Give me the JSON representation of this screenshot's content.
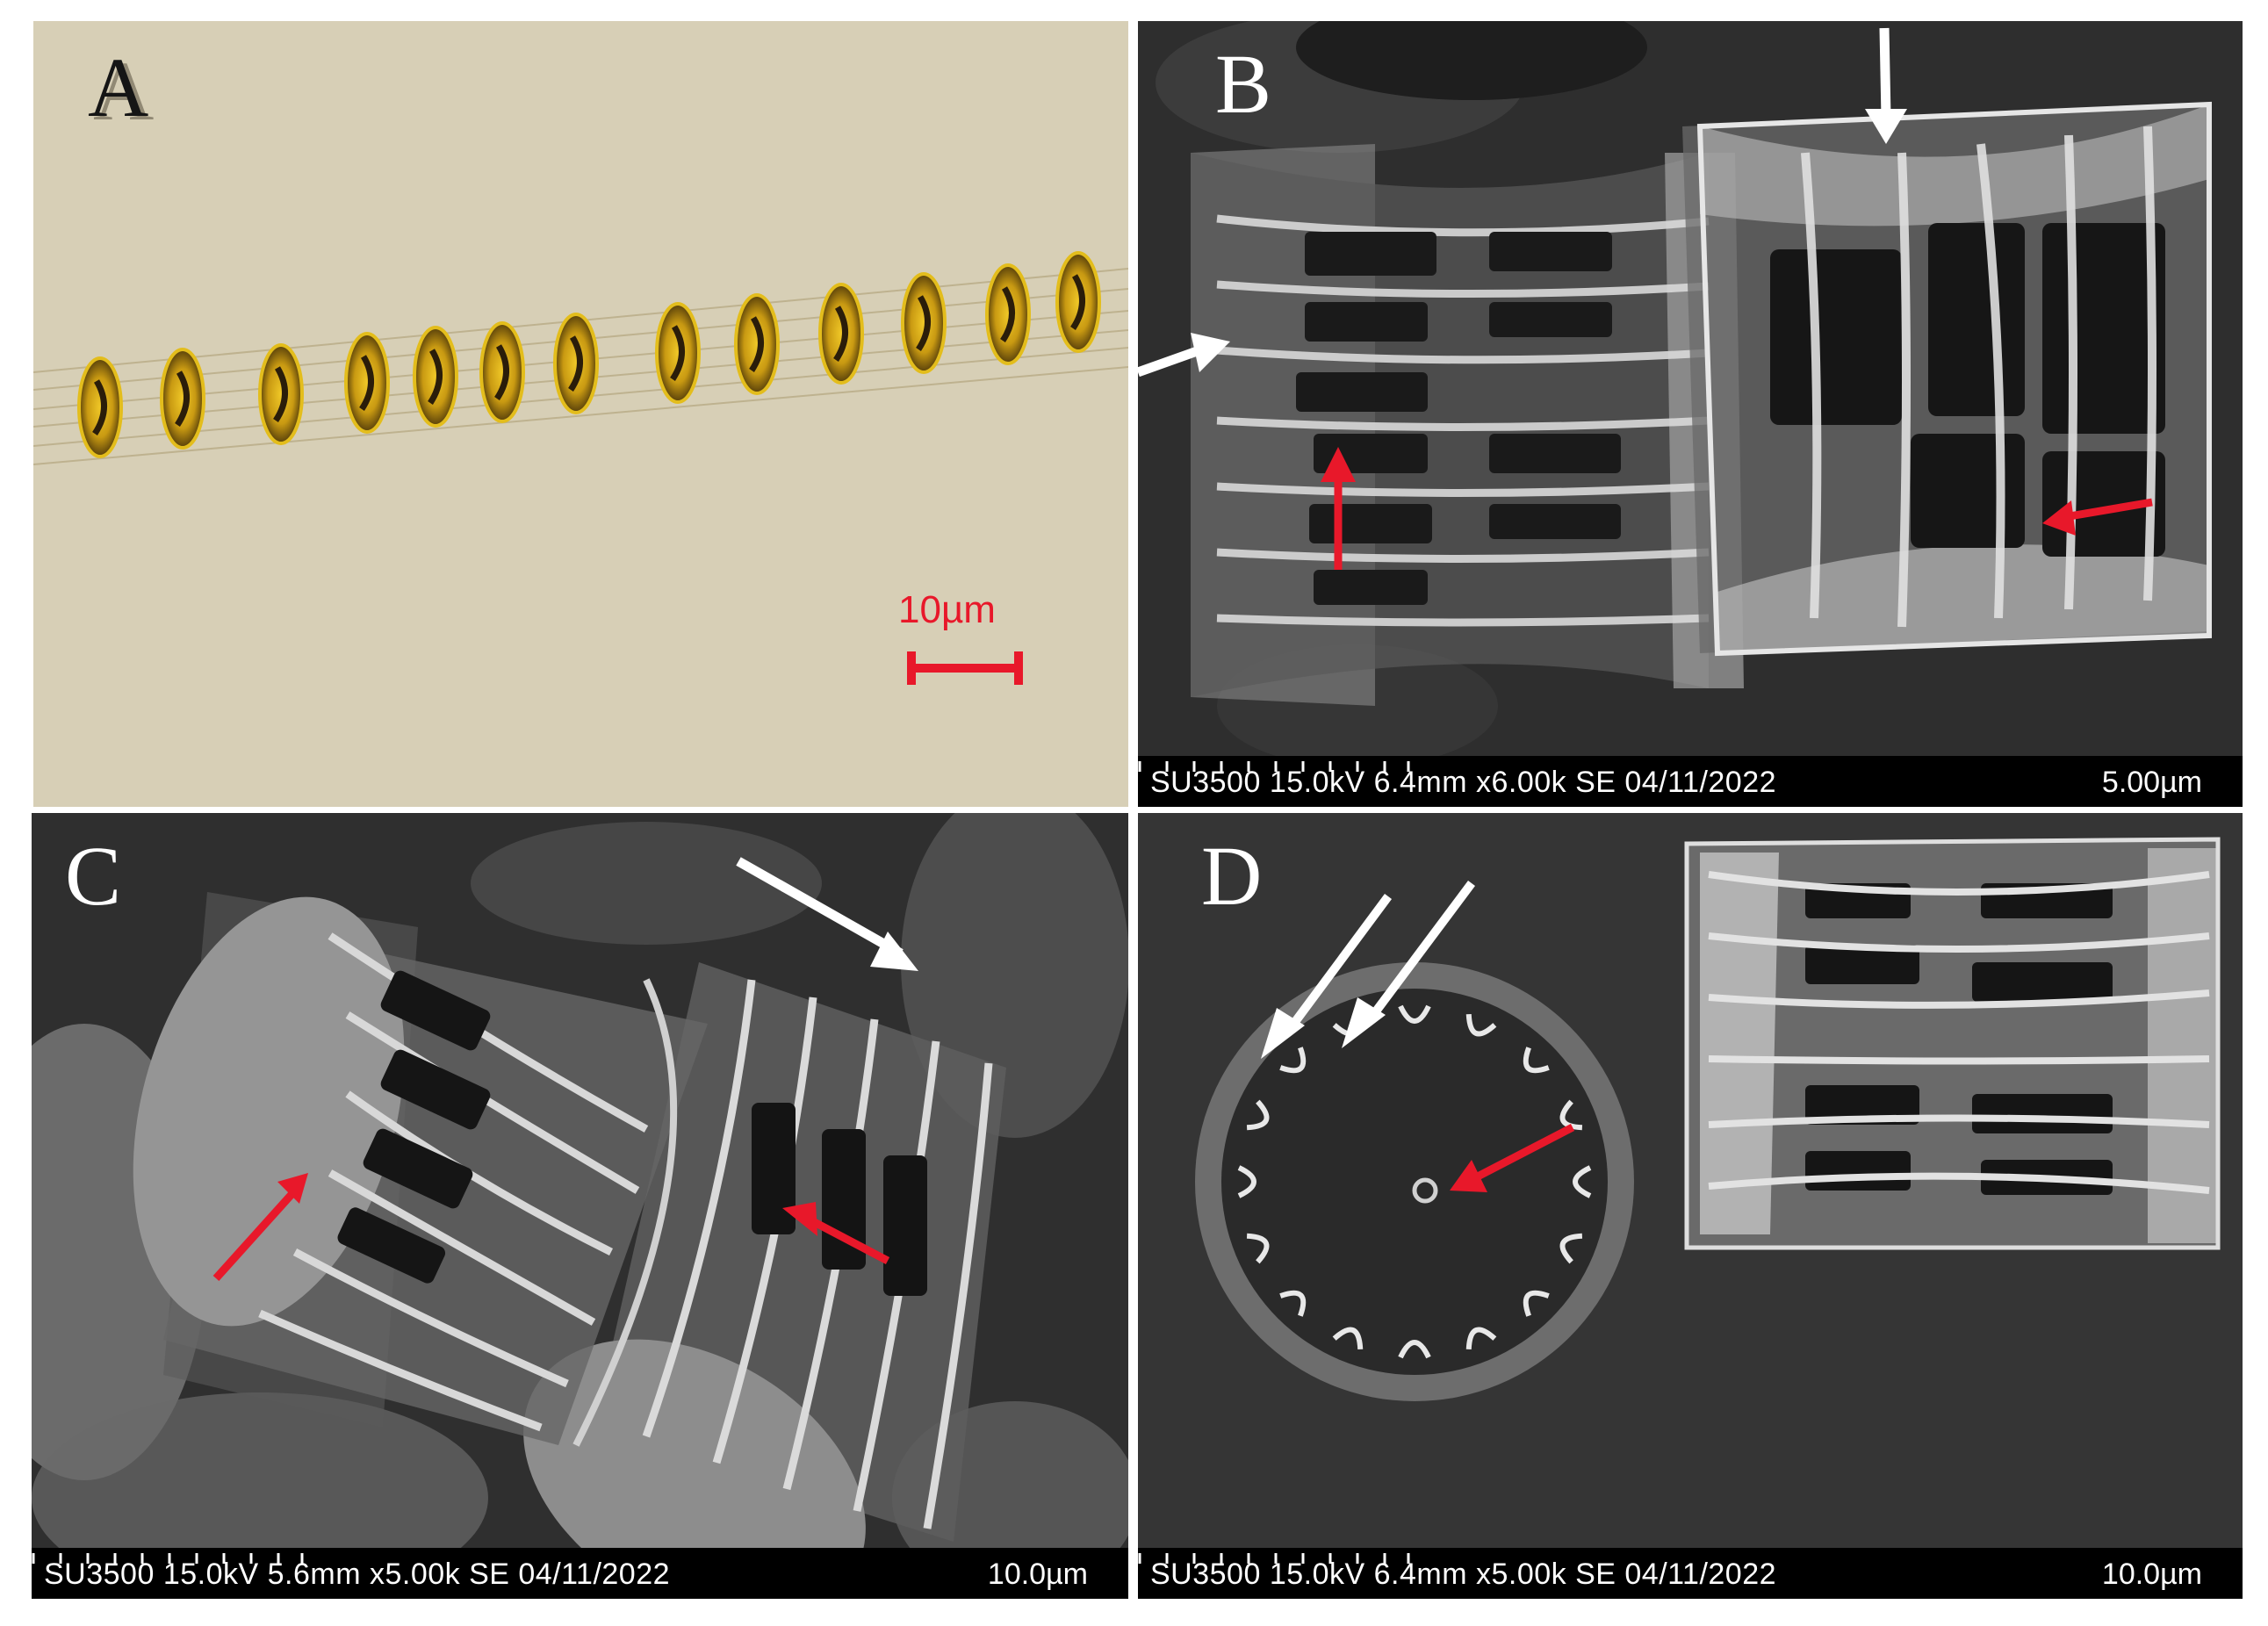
{
  "panels": [
    {
      "id": "A",
      "letter": "A",
      "scale_label": "10µm",
      "colors": {
        "background": "#d7cfb6",
        "cell_fill": "#d9b020",
        "cell_dark": "#2a1d0a"
      }
    },
    {
      "id": "B",
      "letter": "B",
      "meta": "SU3500 15.0kV 6.4mm x6.00k SE 04/11/2022",
      "scale_label": "5.00µm"
    },
    {
      "id": "C",
      "letter": "C",
      "meta": "SU3500 15.0kV 5.6mm x5.00k SE 04/11/2022",
      "scale_label": "10.0µm"
    },
    {
      "id": "D",
      "letter": "D",
      "meta": "SU3500 15.0kV 6.4mm x5.00k SE 04/11/2022",
      "scale_label": "10.0µm"
    }
  ],
  "arrow_colors": {
    "white": "#ffffff",
    "red": "#e8182a"
  }
}
